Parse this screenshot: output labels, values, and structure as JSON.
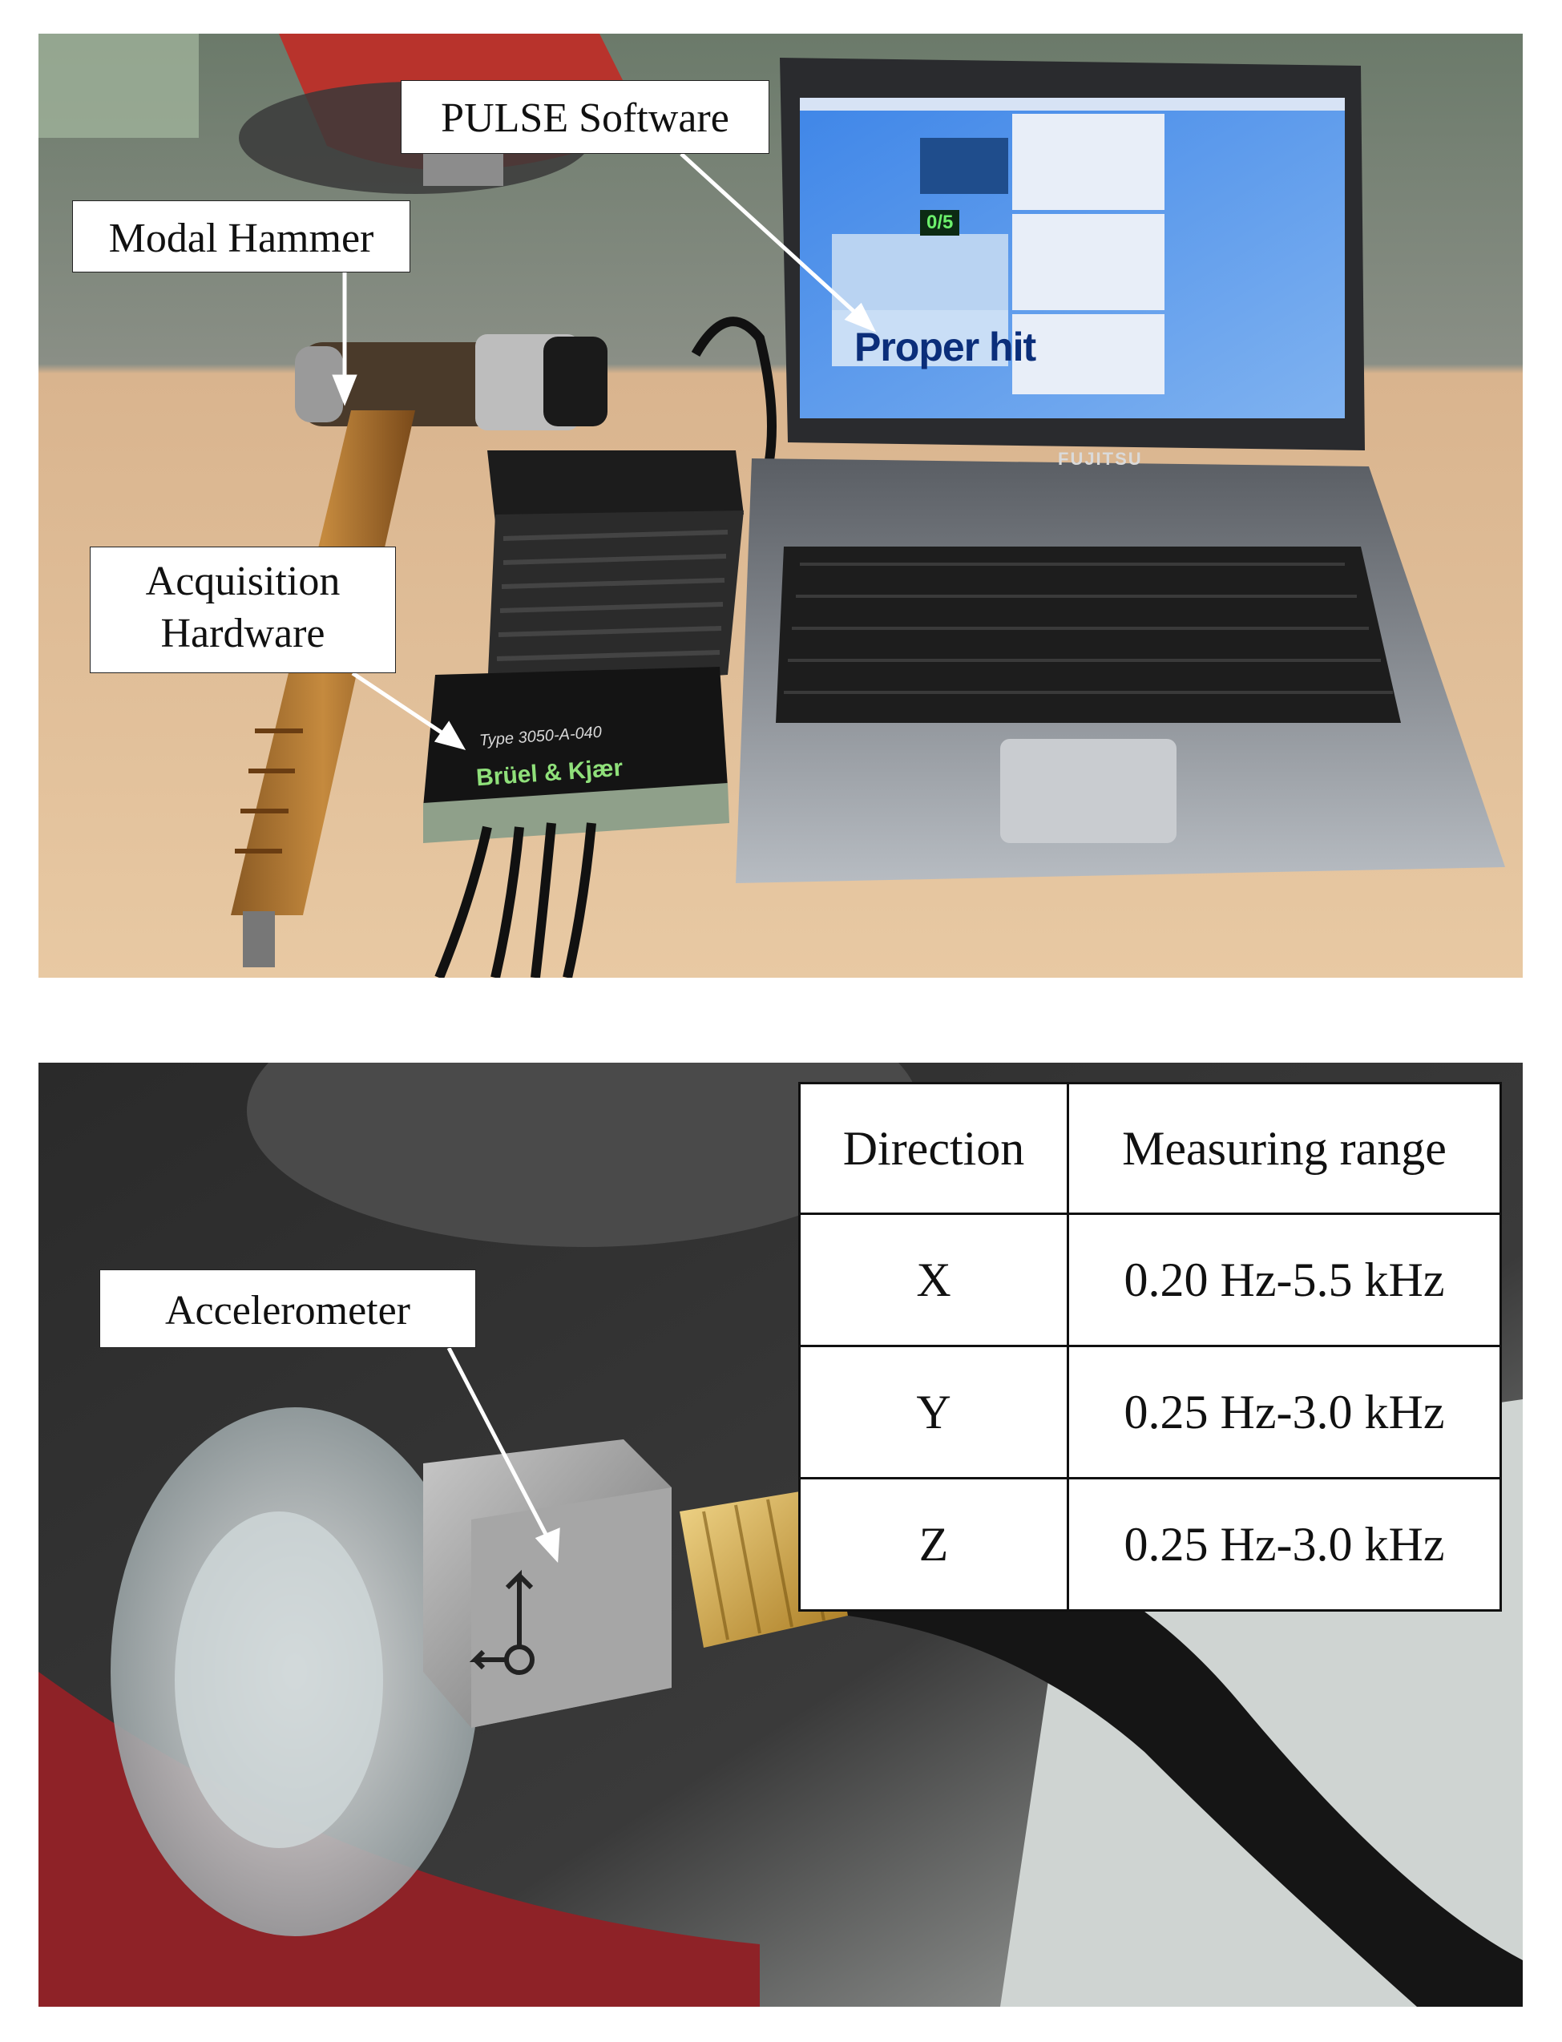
{
  "labels": {
    "pulse_software": "PULSE Software",
    "modal_hammer": "Modal Hammer",
    "acquisition_line1": "Acquisition",
    "acquisition_line2": "Hardware",
    "accelerometer": "Accelerometer"
  },
  "screen": {
    "proper_hit": "Proper hit",
    "counter": "0/5"
  },
  "device": {
    "type": "Type 3050-A-040",
    "brand": "Brüel & Kjær",
    "laptop_brand": "FUJITSU"
  },
  "range_table": {
    "headers": [
      "Direction",
      "Measuring range"
    ],
    "rows": [
      {
        "direction": "X",
        "range": "0.20 Hz-5.5  kHz"
      },
      {
        "direction": "Y",
        "range": "0.25 Hz-3.0 kHz"
      },
      {
        "direction": "Z",
        "range": "0.25 Hz-3.0 kHz"
      }
    ]
  },
  "colors": {
    "table_bg": "#ffffff",
    "table_border": "#111111",
    "screen_blue": "#2f6fd8",
    "accent_red": "#a8242a"
  }
}
